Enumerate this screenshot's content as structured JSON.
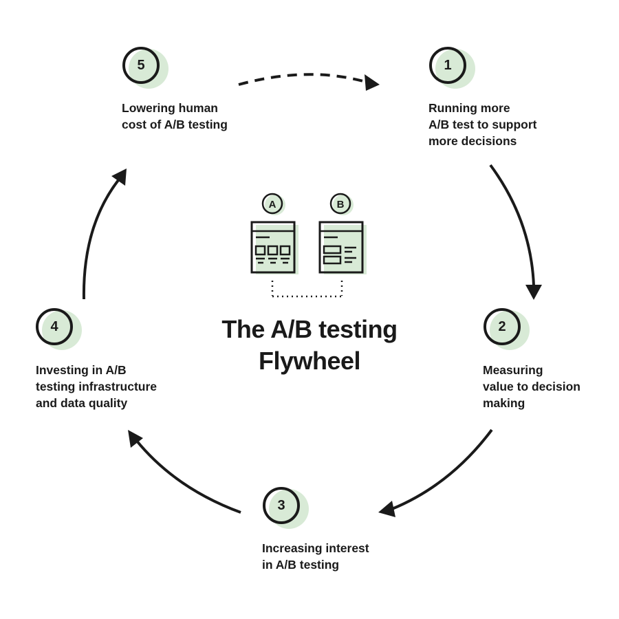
{
  "title": {
    "line1": "The A/B testing",
    "line2": "Flywheel"
  },
  "variants": {
    "a_label": "A",
    "b_label": "B"
  },
  "steps": [
    {
      "number": "1",
      "label": "Running more\nA/B test to support\nmore decisions"
    },
    {
      "number": "2",
      "label": "Measuring\nvalue to decision\nmaking"
    },
    {
      "number": "3",
      "label": "Increasing interest\nin A/B testing"
    },
    {
      "number": "4",
      "label": "Investing in A/B\ntesting infrastructure\nand data quality"
    },
    {
      "number": "5",
      "label": "Lowering human\ncost of A/B testing"
    }
  ],
  "colors": {
    "ink": "#1a1a1a",
    "accent_green": "#d8ead6"
  }
}
